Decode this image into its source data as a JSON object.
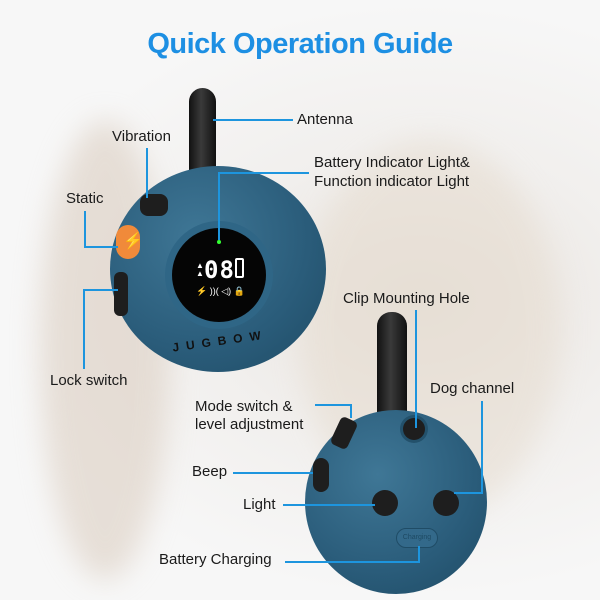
{
  "title": "Quick Operation Guide",
  "brand": "JUGBOW",
  "display": {
    "digits": "08",
    "icons": "⚡ ))( ◁) 🔒"
  },
  "charging_button": "Charging",
  "labels": {
    "antenna": "Antenna",
    "vibration": "Vibration",
    "static": "Static",
    "battery_indicator_line1": "Battery Indicator Light&",
    "battery_indicator_line2": "Function indicator Light",
    "lock_switch": "Lock switch",
    "clip_mounting_hole": "Clip Mounting Hole",
    "dog_channel": "Dog channel",
    "mode_switch_line1": "Mode switch &",
    "mode_switch_line2": "level adjustment",
    "beep": "Beep",
    "light": "Light",
    "battery_charging": "Battery Charging"
  },
  "colors": {
    "accent": "#1d95de",
    "device": "#2a5c7a",
    "static_button": "#f08a3a"
  }
}
